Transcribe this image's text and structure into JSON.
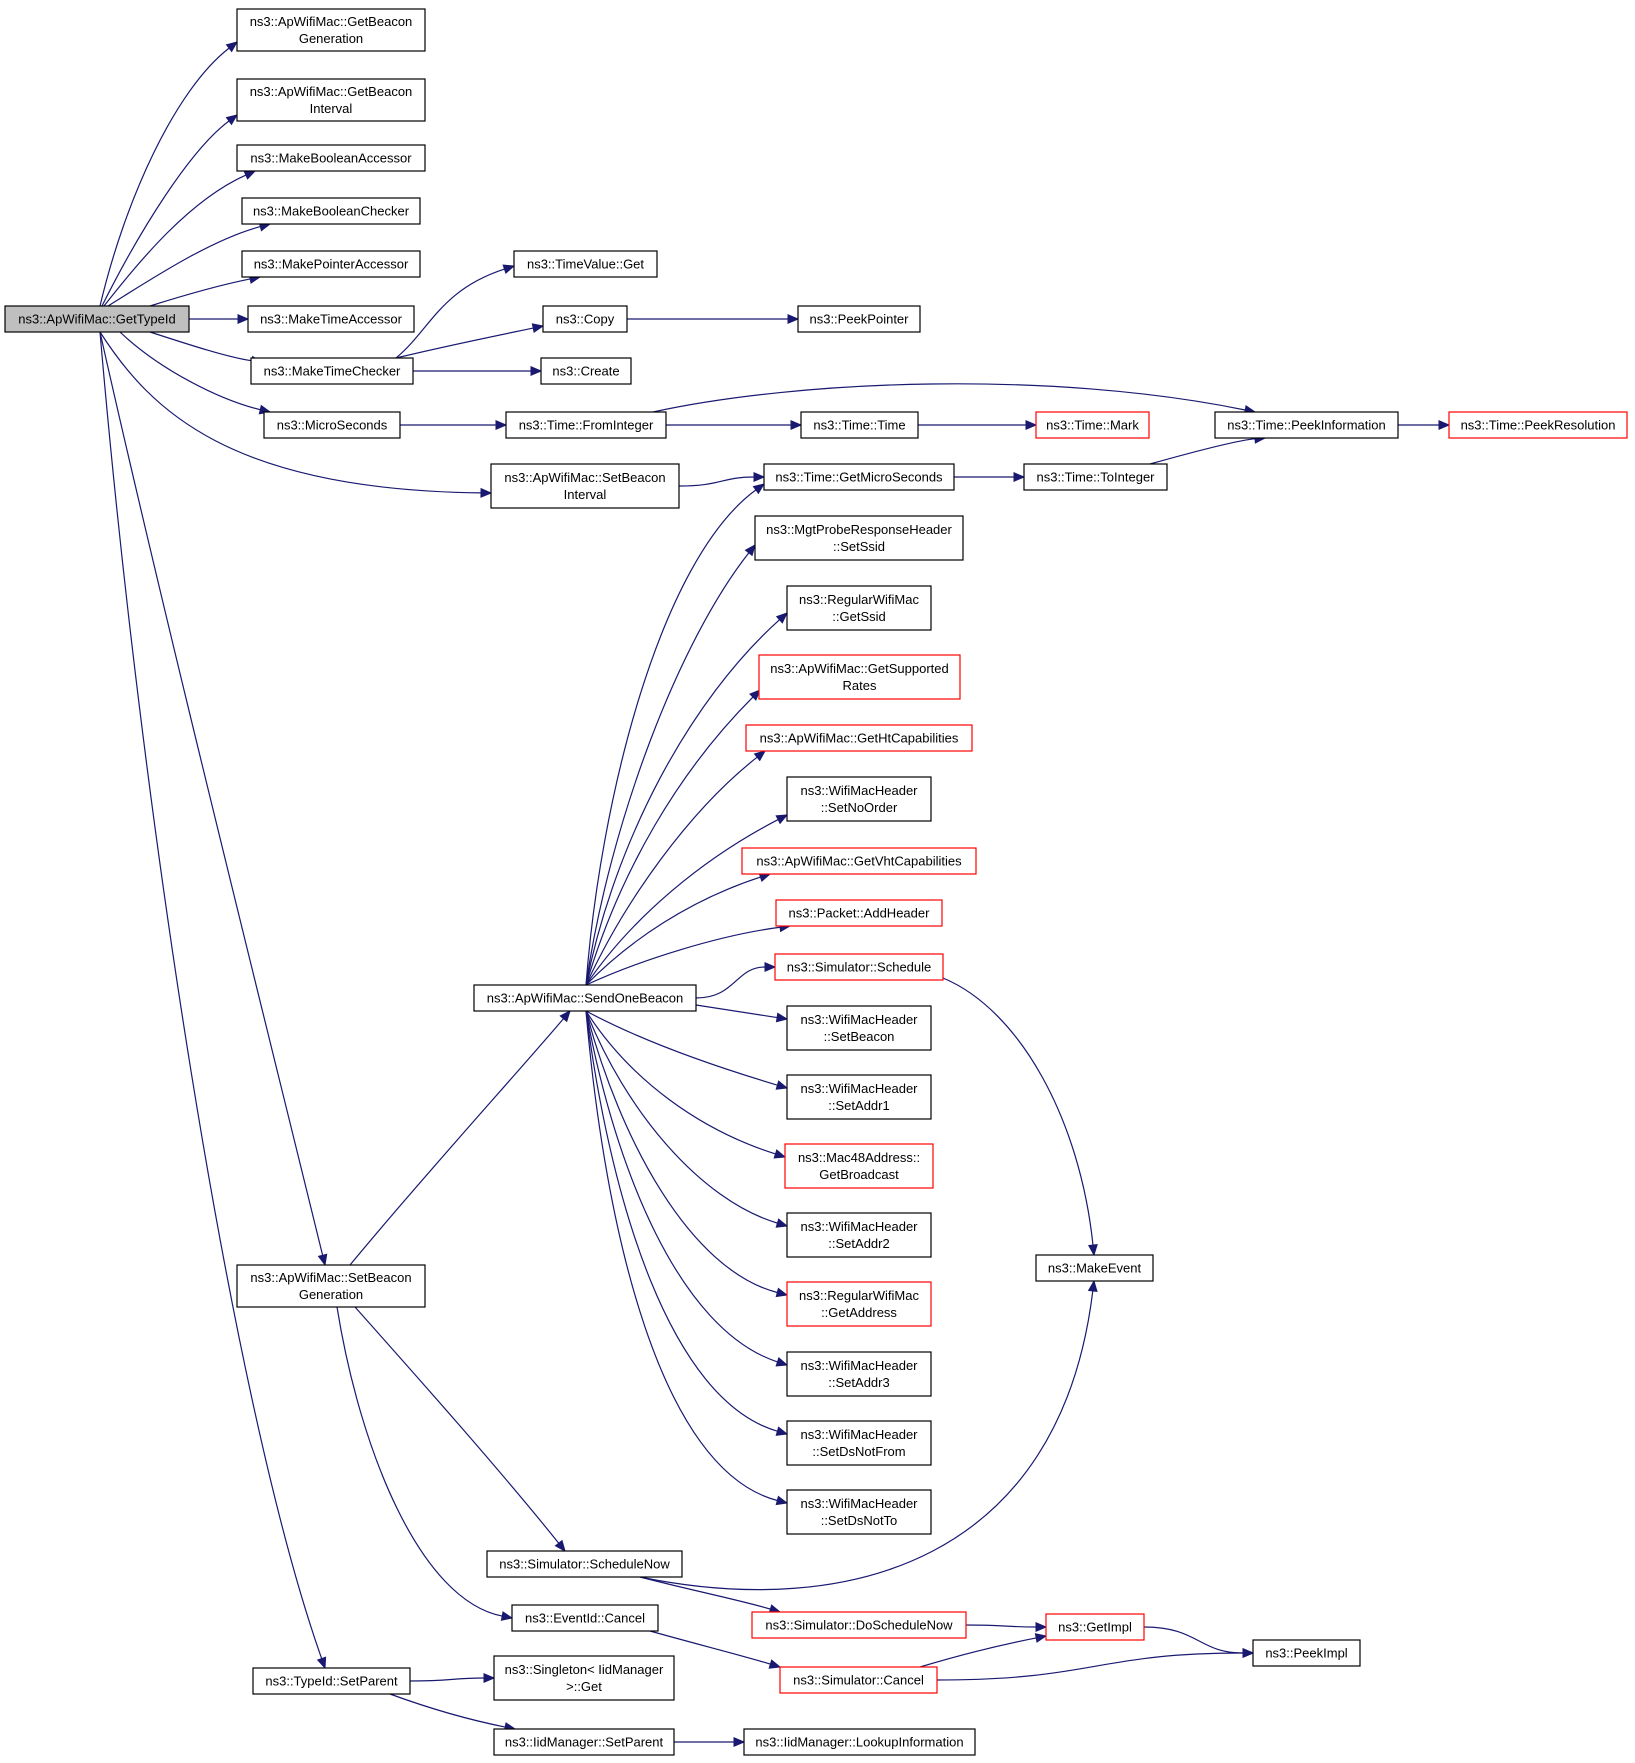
{
  "graph": {
    "root": "ns3::ApWifiMac::GetTypeId",
    "nodes": [
      {
        "id": "gettypeid",
        "lines": [
          "ns3::ApWifiMac::GetTypeId"
        ],
        "root": true
      },
      {
        "id": "getbeacongen",
        "lines": [
          "ns3::ApWifiMac::GetBeacon",
          "Generation"
        ]
      },
      {
        "id": "getbeaconint",
        "lines": [
          "ns3::ApWifiMac::GetBeacon",
          "Interval"
        ]
      },
      {
        "id": "makeboolacc",
        "lines": [
          "ns3::MakeBooleanAccessor"
        ]
      },
      {
        "id": "makeboolchk",
        "lines": [
          "ns3::MakeBooleanChecker"
        ]
      },
      {
        "id": "makeptracc",
        "lines": [
          "ns3::MakePointerAccessor"
        ]
      },
      {
        "id": "maketimeacc",
        "lines": [
          "ns3::MakeTimeAccessor"
        ]
      },
      {
        "id": "maketimechk",
        "lines": [
          "ns3::MakeTimeChecker"
        ]
      },
      {
        "id": "microseconds",
        "lines": [
          "ns3::MicroSeconds"
        ]
      },
      {
        "id": "setbeaconint",
        "lines": [
          "ns3::ApWifiMac::SetBeacon",
          "Interval"
        ]
      },
      {
        "id": "setbeacongen",
        "lines": [
          "ns3::ApWifiMac::SetBeacon",
          "Generation"
        ]
      },
      {
        "id": "setparent",
        "lines": [
          "ns3::TypeId::SetParent"
        ]
      },
      {
        "id": "timevalueget",
        "lines": [
          "ns3::TimeValue::Get"
        ]
      },
      {
        "id": "copy",
        "lines": [
          "ns3::Copy"
        ]
      },
      {
        "id": "create",
        "lines": [
          "ns3::Create"
        ]
      },
      {
        "id": "peekpointer",
        "lines": [
          "ns3::PeekPointer"
        ]
      },
      {
        "id": "fromint",
        "lines": [
          "ns3::Time::FromInteger"
        ]
      },
      {
        "id": "timetime",
        "lines": [
          "ns3::Time::Time"
        ]
      },
      {
        "id": "timemark",
        "lines": [
          "ns3::Time::Mark"
        ],
        "red": true
      },
      {
        "id": "peekinfo",
        "lines": [
          "ns3::Time::PeekInformation"
        ]
      },
      {
        "id": "peekres",
        "lines": [
          "ns3::Time::PeekResolution"
        ],
        "red": true
      },
      {
        "id": "getmicro",
        "lines": [
          "ns3::Time::GetMicroSeconds"
        ]
      },
      {
        "id": "tointeger",
        "lines": [
          "ns3::Time::ToInteger"
        ]
      },
      {
        "id": "sendonebeacon",
        "lines": [
          "ns3::ApWifiMac::SendOneBeacon"
        ]
      },
      {
        "id": "mgtssid",
        "lines": [
          "ns3::MgtProbeResponseHeader",
          "::SetSsid"
        ]
      },
      {
        "id": "regssid",
        "lines": [
          "ns3::RegularWifiMac",
          "::GetSsid"
        ]
      },
      {
        "id": "suprates",
        "lines": [
          "ns3::ApWifiMac::GetSupported",
          "Rates"
        ],
        "red": true
      },
      {
        "id": "htcap",
        "lines": [
          "ns3::ApWifiMac::GetHtCapabilities"
        ],
        "red": true
      },
      {
        "id": "setnoorder",
        "lines": [
          "ns3::WifiMacHeader",
          "::SetNoOrder"
        ]
      },
      {
        "id": "vhtcap",
        "lines": [
          "ns3::ApWifiMac::GetVhtCapabilities"
        ],
        "red": true
      },
      {
        "id": "addheader",
        "lines": [
          "ns3::Packet::AddHeader"
        ],
        "red": true
      },
      {
        "id": "schedule",
        "lines": [
          "ns3::Simulator::Schedule"
        ],
        "red": true
      },
      {
        "id": "setbeacon",
        "lines": [
          "ns3::WifiMacHeader",
          "::SetBeacon"
        ]
      },
      {
        "id": "setaddr1",
        "lines": [
          "ns3::WifiMacHeader",
          "::SetAddr1"
        ]
      },
      {
        "id": "getbroadcast",
        "lines": [
          "ns3::Mac48Address::",
          "GetBroadcast"
        ],
        "red": true
      },
      {
        "id": "setaddr2",
        "lines": [
          "ns3::WifiMacHeader",
          "::SetAddr2"
        ]
      },
      {
        "id": "getaddress",
        "lines": [
          "ns3::RegularWifiMac",
          "::GetAddress"
        ],
        "red": true
      },
      {
        "id": "setaddr3",
        "lines": [
          "ns3::WifiMacHeader",
          "::SetAddr3"
        ]
      },
      {
        "id": "setdsnotfrom",
        "lines": [
          "ns3::WifiMacHeader",
          "::SetDsNotFrom"
        ]
      },
      {
        "id": "setdsnotto",
        "lines": [
          "ns3::WifiMacHeader",
          "::SetDsNotTo"
        ]
      },
      {
        "id": "makeevent",
        "lines": [
          "ns3::MakeEvent"
        ]
      },
      {
        "id": "schedulenow",
        "lines": [
          "ns3::Simulator::ScheduleNow"
        ]
      },
      {
        "id": "eventcancel",
        "lines": [
          "ns3::EventId::Cancel"
        ]
      },
      {
        "id": "doschednow",
        "lines": [
          "ns3::Simulator::DoScheduleNow"
        ],
        "red": true
      },
      {
        "id": "getimpl",
        "lines": [
          "ns3::GetImpl"
        ],
        "red": true
      },
      {
        "id": "simcancel",
        "lines": [
          "ns3::Simulator::Cancel"
        ],
        "red": true
      },
      {
        "id": "peekimpl",
        "lines": [
          "ns3::PeekImpl"
        ]
      },
      {
        "id": "singletonget",
        "lines": [
          "ns3::Singleton< IidManager",
          ">::Get"
        ]
      },
      {
        "id": "iidsetparent",
        "lines": [
          "ns3::IidManager::SetParent"
        ]
      },
      {
        "id": "iidlookup",
        "lines": [
          "ns3::IidManager::LookupInformation"
        ]
      }
    ],
    "edges": [
      [
        "gettypeid",
        "getbeacongen"
      ],
      [
        "gettypeid",
        "getbeaconint"
      ],
      [
        "gettypeid",
        "makeboolacc"
      ],
      [
        "gettypeid",
        "makeboolchk"
      ],
      [
        "gettypeid",
        "makeptracc"
      ],
      [
        "gettypeid",
        "maketimeacc"
      ],
      [
        "gettypeid",
        "maketimechk"
      ],
      [
        "gettypeid",
        "microseconds"
      ],
      [
        "gettypeid",
        "setbeaconint"
      ],
      [
        "gettypeid",
        "setbeacongen"
      ],
      [
        "gettypeid",
        "setparent"
      ],
      [
        "maketimechk",
        "timevalueget"
      ],
      [
        "maketimechk",
        "copy"
      ],
      [
        "maketimechk",
        "create"
      ],
      [
        "copy",
        "peekpointer"
      ],
      [
        "microseconds",
        "fromint"
      ],
      [
        "fromint",
        "timetime"
      ],
      [
        "fromint",
        "peekinfo"
      ],
      [
        "timetime",
        "timemark"
      ],
      [
        "peekinfo",
        "peekres"
      ],
      [
        "setbeaconint",
        "getmicro"
      ],
      [
        "getmicro",
        "tointeger"
      ],
      [
        "tointeger",
        "peekinfo"
      ],
      [
        "setbeacongen",
        "sendonebeacon"
      ],
      [
        "setbeacongen",
        "schedulenow"
      ],
      [
        "setbeacongen",
        "eventcancel"
      ],
      [
        "sendonebeacon",
        "getmicro"
      ],
      [
        "sendonebeacon",
        "mgtssid"
      ],
      [
        "sendonebeacon",
        "regssid"
      ],
      [
        "sendonebeacon",
        "suprates"
      ],
      [
        "sendonebeacon",
        "htcap"
      ],
      [
        "sendonebeacon",
        "setnoorder"
      ],
      [
        "sendonebeacon",
        "vhtcap"
      ],
      [
        "sendonebeacon",
        "addheader"
      ],
      [
        "sendonebeacon",
        "schedule"
      ],
      [
        "sendonebeacon",
        "setbeacon"
      ],
      [
        "sendonebeacon",
        "setaddr1"
      ],
      [
        "sendonebeacon",
        "getbroadcast"
      ],
      [
        "sendonebeacon",
        "setaddr2"
      ],
      [
        "sendonebeacon",
        "getaddress"
      ],
      [
        "sendonebeacon",
        "setaddr3"
      ],
      [
        "sendonebeacon",
        "setdsnotfrom"
      ],
      [
        "sendonebeacon",
        "setdsnotto"
      ],
      [
        "schedule",
        "makeevent"
      ],
      [
        "schedulenow",
        "makeevent"
      ],
      [
        "schedulenow",
        "doschednow"
      ],
      [
        "doschednow",
        "getimpl"
      ],
      [
        "eventcancel",
        "simcancel"
      ],
      [
        "simcancel",
        "getimpl"
      ],
      [
        "simcancel",
        "peekimpl"
      ],
      [
        "getimpl",
        "peekimpl"
      ],
      [
        "setparent",
        "singletonget"
      ],
      [
        "setparent",
        "iidsetparent"
      ],
      [
        "iidsetparent",
        "iidlookup"
      ]
    ]
  }
}
